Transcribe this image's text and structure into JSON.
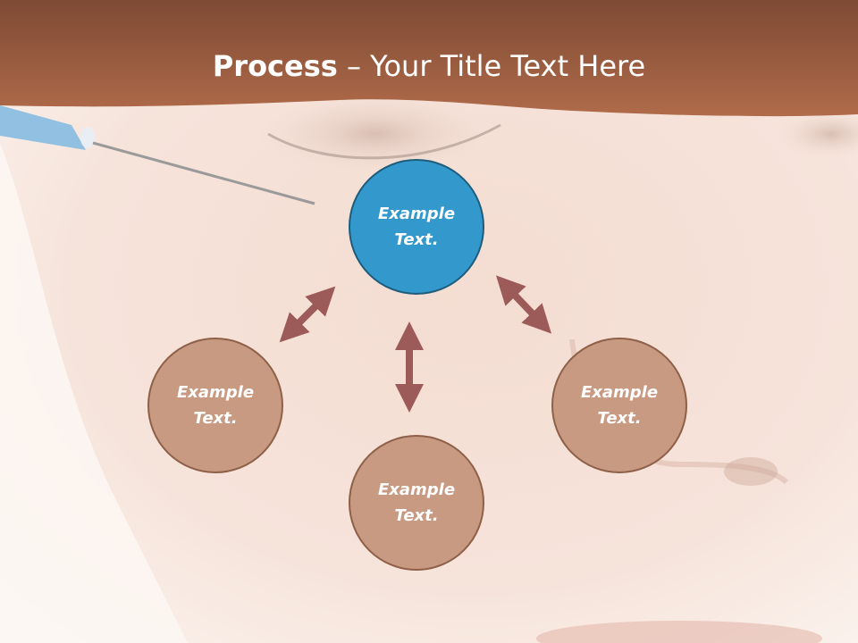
{
  "title": {
    "bold": "Process",
    "dash": " – ",
    "text": "Your Title Text Here"
  },
  "colors": {
    "header_brown": "#8b5238",
    "center_node": "#3399cc",
    "outer_node": "#c99a82",
    "arrow": "#9c5a58"
  },
  "diagram": {
    "center": {
      "label_line1": "Example",
      "label_line2": "Text."
    },
    "left": {
      "label_line1": "Example",
      "label_line2": "Text."
    },
    "bottom": {
      "label_line1": "Example",
      "label_line2": "Text."
    },
    "right": {
      "label_line1": "Example",
      "label_line2": "Text."
    }
  }
}
